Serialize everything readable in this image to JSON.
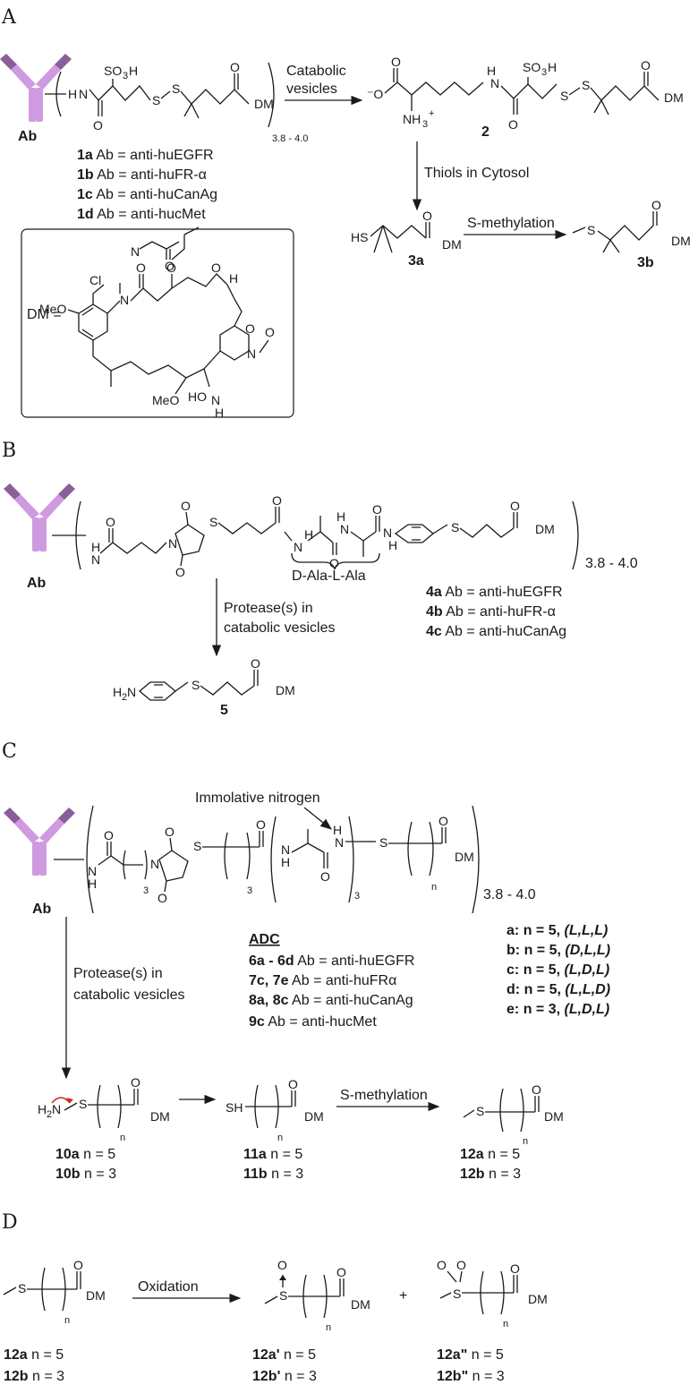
{
  "sections": {
    "a": "A",
    "b": "B",
    "c": "C",
    "d": "D"
  },
  "common": {
    "ab": "Ab",
    "dm": "DM",
    "dar": "3.8 - 4.0"
  },
  "panel_a": {
    "arrow1": [
      "Catabolic",
      "vesicles"
    ],
    "arrow2": "Thiols in Cytosol",
    "arrow3": "S-methylation",
    "compounds": [
      {
        "id": "1a",
        "text": "Ab = anti-huEGFR"
      },
      {
        "id": "1b",
        "text": "Ab = anti-huFR-α"
      },
      {
        "id": "1c",
        "text": "Ab = anti-huCanAg"
      },
      {
        "id": "1d",
        "text": "Ab = anti-hucMet"
      }
    ],
    "labels": {
      "c2": "2",
      "c3a": "3a",
      "c3b": "3b",
      "dm_eq": "DM ="
    }
  },
  "panel_b": {
    "bracket_label": "D-Ala-L-Ala",
    "arrow": [
      "Protease(s) in",
      "catabolic vesicles"
    ],
    "compounds": [
      {
        "id": "4a",
        "text": "Ab = anti-huEGFR"
      },
      {
        "id": "4b",
        "text": "Ab = anti-huFR-α"
      },
      {
        "id": "4c",
        "text": "Ab = anti-huCanAg"
      }
    ],
    "product": "5"
  },
  "panel_c": {
    "annotation": "Immolative nitrogen",
    "adc_header": "ADC",
    "adc_rows": [
      {
        "id": "6a - 6d",
        "text": "Ab = anti-huEGFR"
      },
      {
        "id": "7c, 7e",
        "text": "Ab = anti-huFRα"
      },
      {
        "id": "8a, 8c",
        "text": "Ab = anti-huCanAg"
      },
      {
        "id": "9c",
        "text": "Ab = anti-hucMet"
      }
    ],
    "variants": [
      {
        "key": "a:",
        "n": "n = 5,",
        "cfg": "(L,L,L)"
      },
      {
        "key": "b:",
        "n": "n = 5,",
        "cfg": "(D,L,L)"
      },
      {
        "key": "c:",
        "n": "n = 5,",
        "cfg": "(L,D,L)"
      },
      {
        "key": "d:",
        "n": "n = 5,",
        "cfg": "(L,L,D)"
      },
      {
        "key": "e:",
        "n": "n = 3,",
        "cfg": "(L,D,L)"
      }
    ],
    "arrow_down": [
      "Protease(s) in",
      "catabolic vesicles"
    ],
    "arrow_methyl": "S-methylation",
    "products": [
      {
        "a": "10a",
        "b": "10b"
      },
      {
        "a": "11a",
        "b": "11b"
      },
      {
        "a": "12a",
        "b": "12b"
      }
    ],
    "n5": "n = 5",
    "n3": "n = 3"
  },
  "panel_d": {
    "arrow": "Oxidation",
    "plus": "+",
    "products": [
      {
        "a": "12a",
        "b": "12b"
      },
      {
        "a": "12a'",
        "b": "12b'"
      },
      {
        "a": "12a\"",
        "b": "12b\""
      }
    ],
    "n5": "n = 5",
    "n3": "n = 3"
  }
}
